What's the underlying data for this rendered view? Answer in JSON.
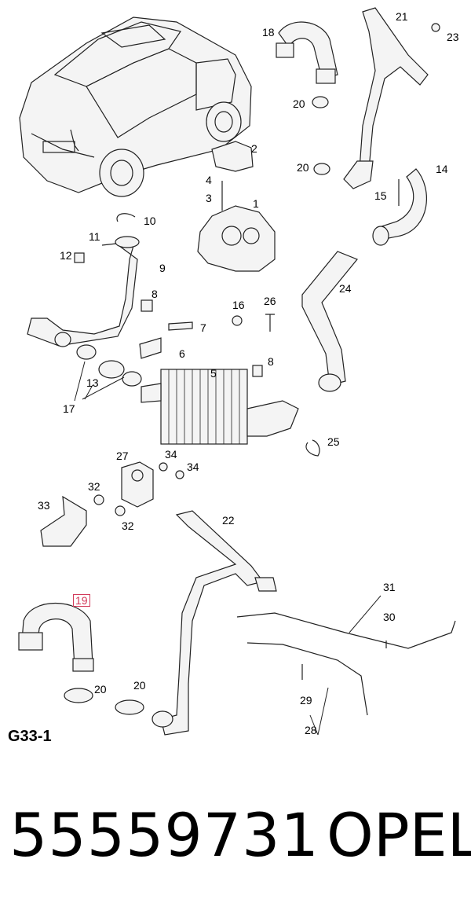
{
  "diagram_ref": "G33-1",
  "part_number": "55559731",
  "brand": "OPEL",
  "highlighted_label": "19",
  "labels": [
    "18",
    "21",
    "23",
    "20",
    "2",
    "4",
    "3",
    "1",
    "20",
    "14",
    "15",
    "10",
    "11",
    "12",
    "9",
    "8",
    "7",
    "16",
    "26",
    "24",
    "6",
    "8",
    "5",
    "13",
    "17",
    "25",
    "27",
    "34",
    "34",
    "32",
    "33",
    "32",
    "22",
    "19",
    "31",
    "30",
    "20",
    "20",
    "29",
    "28"
  ]
}
